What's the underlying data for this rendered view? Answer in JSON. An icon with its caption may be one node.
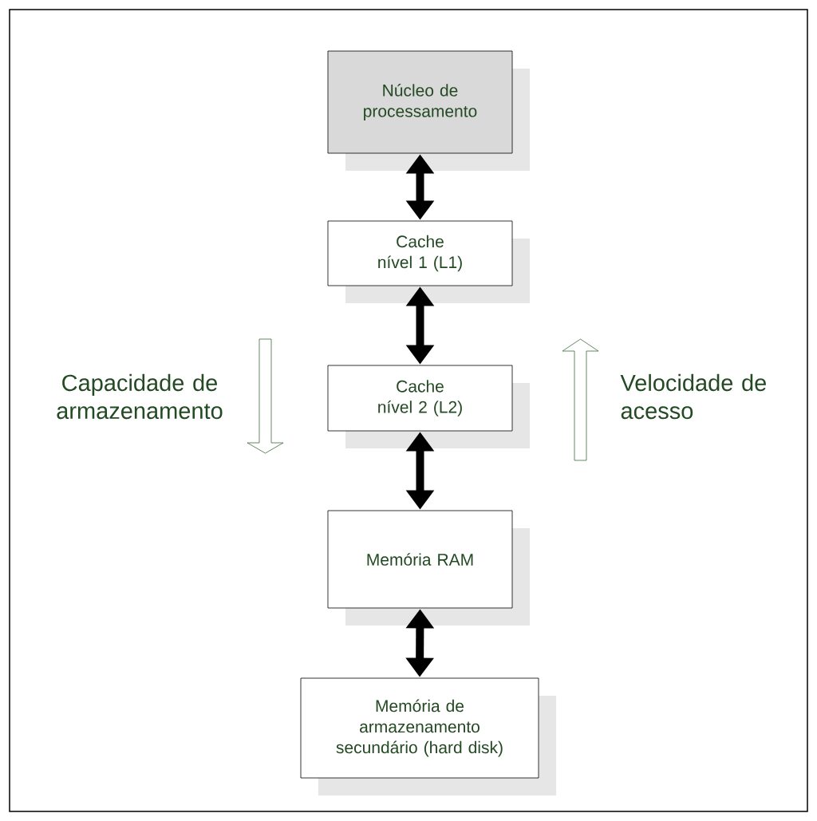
{
  "diagram": {
    "nodes": [
      {
        "text": [
          "Núcleo de processamento"
        ]
      },
      {
        "text": [
          "Cache nível 1 (L1)"
        ]
      },
      {
        "text": [
          "Cache nível 2 (L2)"
        ]
      },
      {
        "text": [
          "Memória RAM"
        ]
      },
      {
        "text": [
          "Memória de armazenamento secundário (hard disk)"
        ]
      }
    ],
    "edges": [
      {
        "from": 0,
        "to": 1,
        "arrow": "both"
      },
      {
        "from": 1,
        "to": 2,
        "arrow": "both"
      },
      {
        "from": 2,
        "to": 3,
        "arrow": "both"
      },
      {
        "from": 3,
        "to": 4,
        "arrow": "both"
      }
    ],
    "labels": [
      "Capacidade de armazenamento",
      "Velocidade de acesso"
    ]
  }
}
